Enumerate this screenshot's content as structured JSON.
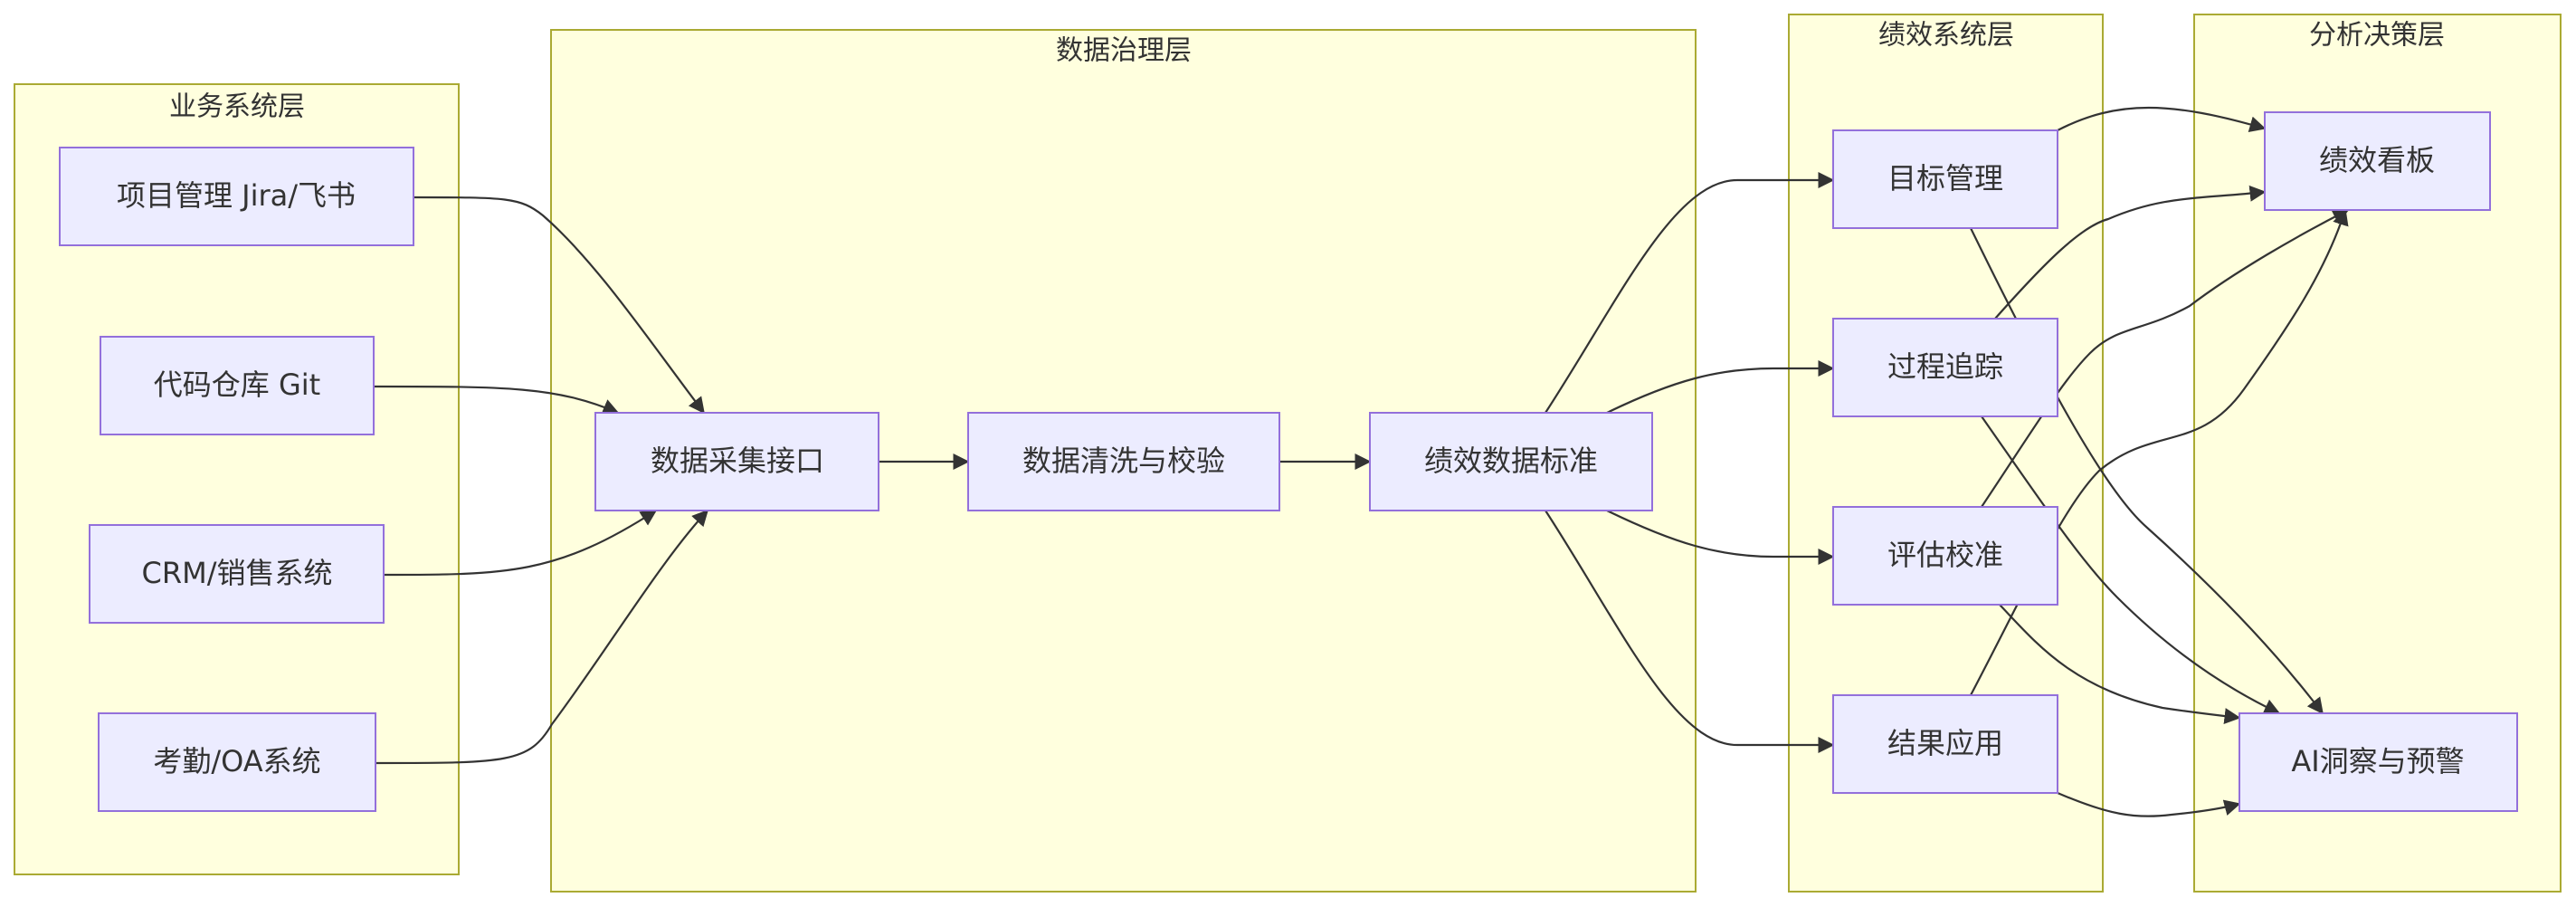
{
  "clusters": {
    "business": {
      "label": "业务系统层"
    },
    "governance": {
      "label": "数据治理层"
    },
    "performance": {
      "label": "绩效系统层"
    },
    "analysis": {
      "label": "分析决策层"
    }
  },
  "nodes": {
    "jira": "项目管理 Jira/飞书",
    "git": "代码仓库 Git",
    "crm": "CRM/销售系统",
    "oa": "考勤/OA系统",
    "collect": "数据采集接口",
    "clean": "数据清洗与校验",
    "standard": "绩效数据标准",
    "goal": "目标管理",
    "track": "过程追踪",
    "assess": "评估校准",
    "apply": "结果应用",
    "board": "绩效看板",
    "ai": "AI洞察与预警"
  },
  "edges": [
    {
      "from": "jira",
      "to": "collect"
    },
    {
      "from": "git",
      "to": "collect"
    },
    {
      "from": "crm",
      "to": "collect"
    },
    {
      "from": "oa",
      "to": "collect"
    },
    {
      "from": "collect",
      "to": "clean"
    },
    {
      "from": "clean",
      "to": "standard"
    },
    {
      "from": "standard",
      "to": "goal"
    },
    {
      "from": "standard",
      "to": "track"
    },
    {
      "from": "standard",
      "to": "assess"
    },
    {
      "from": "standard",
      "to": "apply"
    },
    {
      "from": "goal",
      "to": "board"
    },
    {
      "from": "goal",
      "to": "ai"
    },
    {
      "from": "track",
      "to": "board"
    },
    {
      "from": "track",
      "to": "ai"
    },
    {
      "from": "assess",
      "to": "board"
    },
    {
      "from": "assess",
      "to": "ai"
    },
    {
      "from": "apply",
      "to": "board"
    },
    {
      "from": "apply",
      "to": "ai"
    }
  ]
}
